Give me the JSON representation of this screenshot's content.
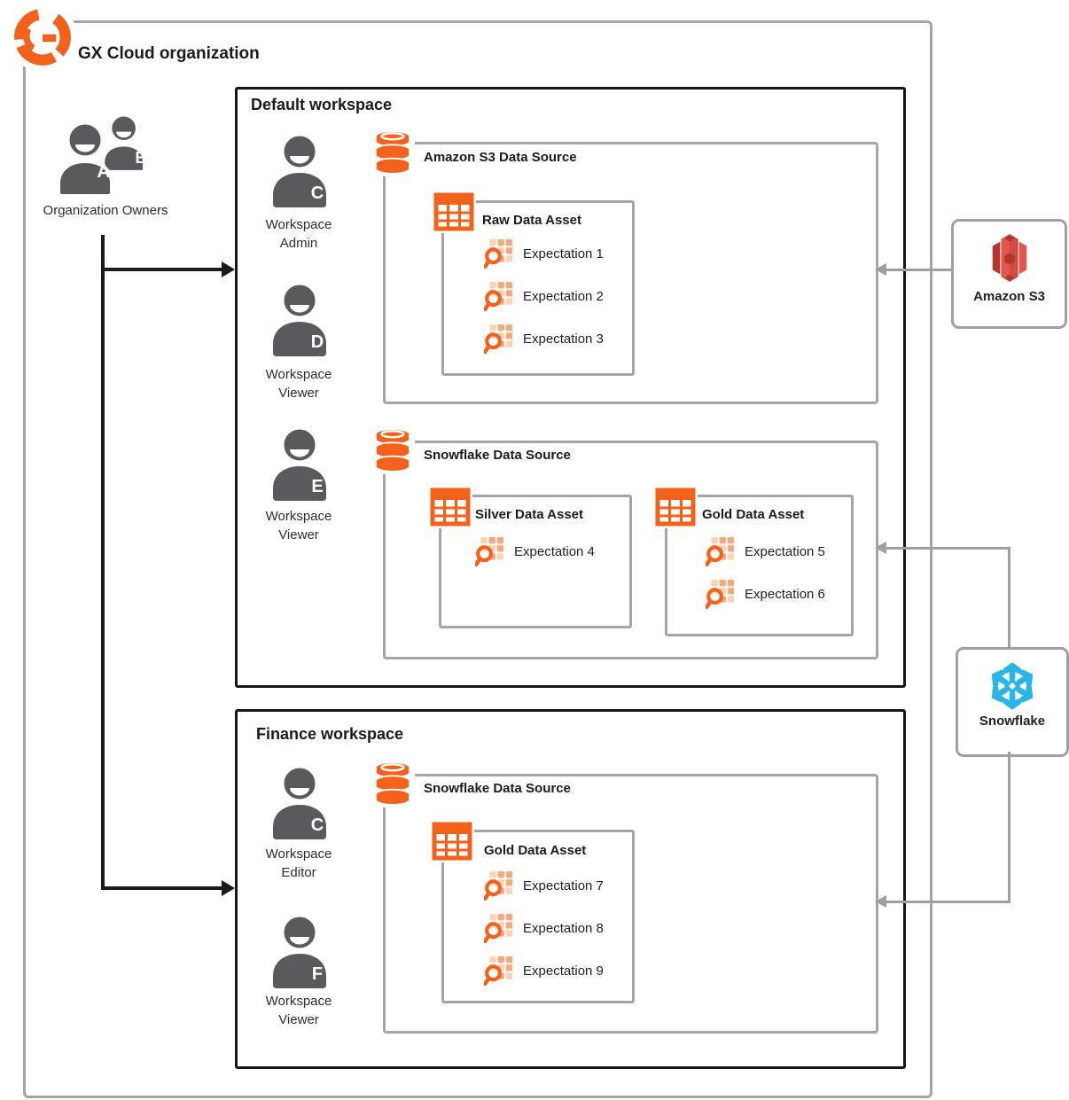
{
  "org": {
    "title": "GX Cloud organization",
    "owners_label": "Organization Owners",
    "owner_badges": [
      "A",
      "B"
    ]
  },
  "workspaces": [
    {
      "title": "Default workspace",
      "members": [
        {
          "badge": "C",
          "role": "Workspace\nAdmin"
        },
        {
          "badge": "D",
          "role": "Workspace\nViewer"
        },
        {
          "badge": "E",
          "role": "Workspace\nViewer"
        }
      ],
      "data_sources": [
        {
          "title": "Amazon S3 Data Source",
          "assets": [
            {
              "title": "Raw Data Asset",
              "expectations": [
                "Expectation 1",
                "Expectation 2",
                "Expectation 3"
              ]
            }
          ]
        },
        {
          "title": "Snowflake Data Source",
          "assets": [
            {
              "title": "Silver Data Asset",
              "expectations": [
                "Expectation 4"
              ]
            },
            {
              "title": "Gold Data Asset",
              "expectations": [
                "Expectation 5",
                "Expectation 6"
              ]
            }
          ]
        }
      ]
    },
    {
      "title": "Finance workspace",
      "members": [
        {
          "badge": "C",
          "role": "Workspace\nEditor"
        },
        {
          "badge": "F",
          "role": "Workspace\nViewer"
        }
      ],
      "data_sources": [
        {
          "title": "Snowflake Data Source",
          "assets": [
            {
              "title": "Gold Data Asset",
              "expectations": [
                "Expectation 7",
                "Expectation 8",
                "Expectation 9"
              ]
            }
          ]
        }
      ]
    }
  ],
  "external_systems": [
    {
      "label": "Amazon S3",
      "icon": "amazon-s3-icon"
    },
    {
      "label": "Snowflake",
      "icon": "snowflake-icon"
    }
  ],
  "colors": {
    "accent_orange": "#F4611A",
    "accent_orange_light": "#F8A97C",
    "person_gray": "#595A5C",
    "box_border_gray": "#A3A5A8",
    "connector_gray": "#9CA0A4",
    "workspace_border_black": "#161616",
    "snowflake_blue": "#29B5E8",
    "s3_red_dark": "#B2362C",
    "s3_red_light": "#E2574C"
  }
}
